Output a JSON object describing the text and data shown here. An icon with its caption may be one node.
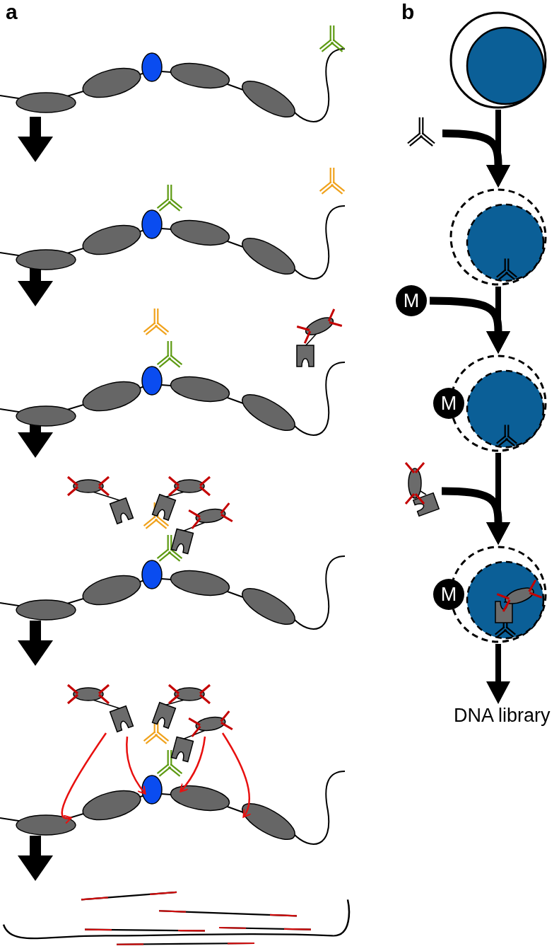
{
  "diagram": {
    "nodes": [
      {
        "text": [],
        "shape": "picture"
      },
      {
        "text": [],
        "shape": "picture"
      },
      {
        "text": [],
        "shape": "picture"
      },
      {
        "text": [],
        "shape": "picture"
      },
      {
        "text": [],
        "shape": "picture"
      },
      {
        "text": [],
        "shape": "picture"
      },
      {
        "text": [],
        "shape": "circle"
      },
      {
        "text": [],
        "shape": "picture"
      },
      {
        "text": [],
        "shape": "circle"
      },
      {
        "text": [
          "M"
        ]
      },
      {
        "text": [],
        "shape": "circle"
      },
      {
        "text": [
          "M"
        ]
      },
      {
        "text": [],
        "shape": "picture"
      },
      {
        "text": [],
        "shape": "circle"
      },
      {
        "text": [
          "M"
        ]
      },
      {
        "text": [
          "DNA library"
        ]
      }
    ],
    "edges": [
      {
        "from": 0,
        "to": 1,
        "arrow": "to"
      },
      {
        "from": 1,
        "to": 2,
        "arrow": "to"
      },
      {
        "from": 2,
        "to": 3,
        "arrow": "to"
      },
      {
        "from": 3,
        "to": 4,
        "arrow": "to"
      },
      {
        "from": 4,
        "to": 5,
        "arrow": "to"
      },
      {
        "from": 6,
        "to": 8,
        "arrow": "to"
      },
      {
        "from": 7,
        "to": 8,
        "arrow": "to"
      },
      {
        "from": 8,
        "to": 10,
        "arrow": "to"
      },
      {
        "from": 9,
        "to": 10,
        "arrow": "to"
      },
      {
        "from": 10,
        "to": 13,
        "arrow": "to"
      },
      {
        "from": 12,
        "to": 13,
        "arrow": "to"
      },
      {
        "from": 13,
        "to": 15,
        "arrow": "to"
      }
    ],
    "labels": [
      "a",
      "b"
    ]
  }
}
